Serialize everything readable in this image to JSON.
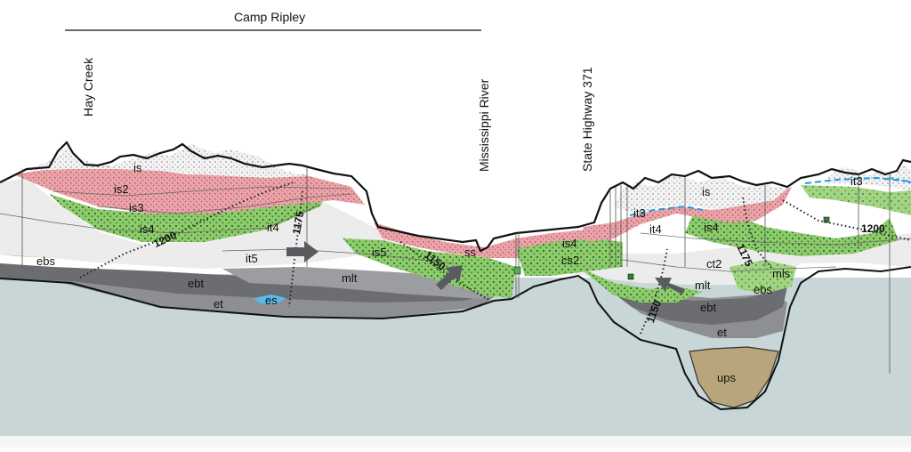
{
  "header": {
    "title": "Camp Ripley"
  },
  "landmarks": {
    "hay_creek": "Hay Creek",
    "mississippi_river": "Mississippi River",
    "highway": "State Highway 371"
  },
  "units": {
    "is": "is",
    "is2": "is2",
    "is3": "is3",
    "is4": "is4",
    "is4_b": "is4",
    "is4_c": "is4",
    "it4": "it4",
    "it4_b": "it4",
    "it5": "it5",
    "is5": "is5",
    "ebs": "ebs",
    "ebs_b": "ebs",
    "ebt": "ebt",
    "ebt_b": "ebt",
    "et": "et",
    "et_b": "et",
    "es": "es",
    "mlt": "mlt",
    "mlt_b": "mlt",
    "ss": "ss",
    "cs2": "cs2",
    "it3": "it3",
    "it3_b": "it3",
    "is_b": "is",
    "ct2": "ct2",
    "mls": "mls",
    "ups": "ups"
  },
  "contours": {
    "c1200": "1200",
    "c1175": "1175",
    "c1150": "1150",
    "c1200_b": "1200",
    "c1175_b": "1175",
    "c1150_b": "1150"
  },
  "colors": {
    "sky": "#ffffff",
    "bedrock": "#c9d7d8",
    "red_unit": "#e8a0a6",
    "green_unit": "#8fca6e",
    "light_unit": "#ececec",
    "dark_gray": "#6f7073",
    "mid_gray": "#9a9b9e",
    "ups_tan": "#b9a57c",
    "water_blue": "#5bb8e8"
  }
}
